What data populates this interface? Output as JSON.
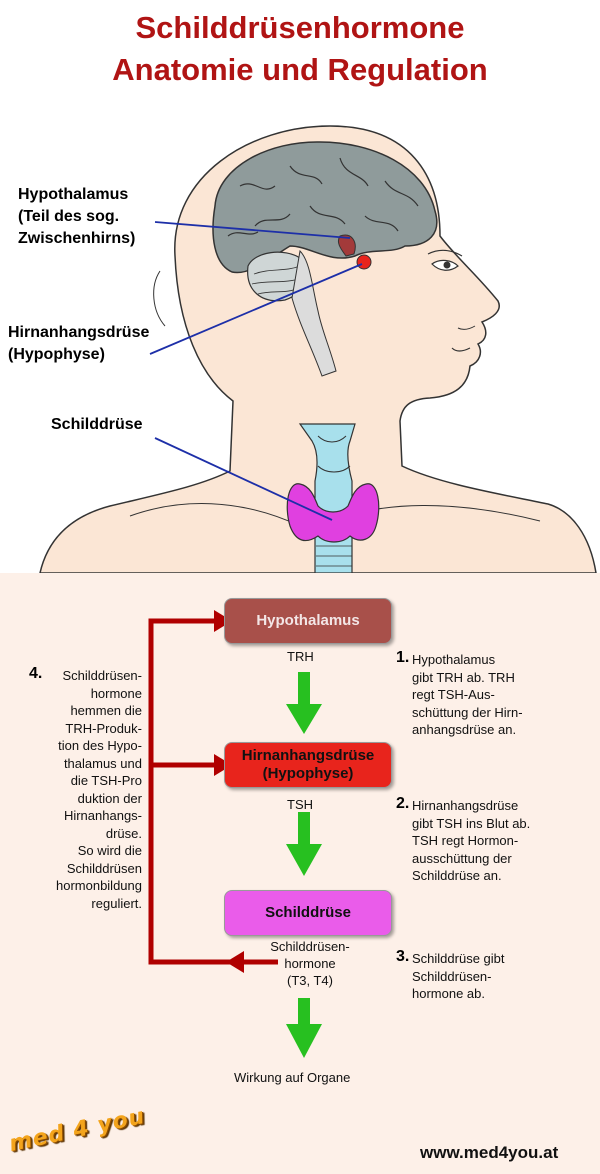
{
  "title": {
    "line1": "Schilddrüsenhormone",
    "line2": "Anatomie und Regulation"
  },
  "anatomy_labels": {
    "hypothalamus": "Hypothalamus\n(Teil des sog.\nZwischenhirns)",
    "hypophyse": "Hirnanhangsdrüse\n(Hypophyse)",
    "schilddruese": "Schilddrüse"
  },
  "flow": {
    "box_hypothalamus": "Hypothalamus",
    "box_hypophyse_line1": "Hirnanhangsdrüse",
    "box_hypophyse_line2": "(Hypophyse)",
    "box_schilddruese": "Schilddrüse",
    "trh": "TRH",
    "tsh": "TSH",
    "hormone_line1": "Schilddrüsen-",
    "hormone_line2": "hormone",
    "hormone_line3": "(T3, T4)",
    "wirkung": "Wirkung auf Organe"
  },
  "notes": {
    "n1_num": "1.",
    "n1_text": "Hypothalamus\ngibt TRH ab. TRH\nregt TSH-Aus-\nschüttung der Hirn-\nanhangsdrüse an.",
    "n2_num": "2.",
    "n2_text": "Hirnanhangsdrüse\ngibt TSH ins Blut ab.\nTSH regt Hormon-\nausschüttung der\nSchilddrüse an.",
    "n3_num": "3.",
    "n3_text": "Schilddrüse gibt\nSchilddrüsen-\nhormone ab.",
    "n4_num": "4.",
    "n4_text": "Schilddrüsen-\nhormone\nhemmen die\nTRH-Produk-\ntion des Hypo-\nthalamus und\ndie TSH-Pro\nduktion der\nHirnanhangs-\ndrüse.\nSo wird die\nSchilddrüsen\nhormonbildung\nreguliert."
  },
  "footer": {
    "logo": "med 4 you",
    "url": "www.med4you.at"
  },
  "colors": {
    "title": "#b01414",
    "skin": "#fbe6d5",
    "brain": "#8f9b9b",
    "thyroid": "#e040e0",
    "trachea": "#a8e0ec",
    "pointer_line": "#1d2fa8",
    "feedback_arrow": "#b00000",
    "flow_arrow": "#27c020",
    "box_hypothalamus": "#a8504a",
    "box_hypophyse": "#e8241c",
    "box_schilddruese": "#ea5cea"
  }
}
